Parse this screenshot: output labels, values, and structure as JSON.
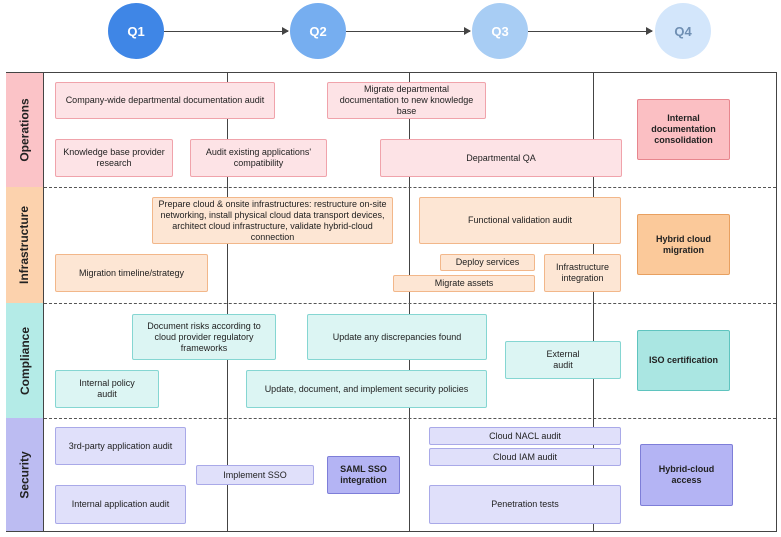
{
  "quarters": [
    "Q1",
    "Q2",
    "Q3",
    "Q4"
  ],
  "lanes": {
    "operations": "Operations",
    "infrastructure": "Infrastructure",
    "compliance": "Compliance",
    "security": "Security"
  },
  "operations": {
    "dept_doc_audit": "Company-wide departmental documentation audit",
    "migrate_docs": "Migrate departmental documentation to new knowledge base",
    "kb_research": "Knowledge base provider research",
    "audit_apps": "Audit existing applications' compatibility",
    "dept_qa": "Departmental QA",
    "milestone": "Internal documentation consolidation"
  },
  "infrastructure": {
    "prepare_cloud": "Prepare cloud & onsite infrastructures: restructure on-site networking, install physical cloud data transport devices, architect cloud infrastructure, validate hybrid-cloud connection",
    "functional_validation": "Functional validation audit",
    "migration_timeline": "Migration timeline/strategy",
    "deploy_services": "Deploy services",
    "infra_integration": "Infrastructure integration",
    "migrate_assets": "Migrate assets",
    "milestone": "Hybrid cloud migration"
  },
  "compliance": {
    "document_risks": "Document risks according to cloud provider regulatory frameworks",
    "update_discrepancies": "Update any discrepancies found",
    "internal_policy_audit": "Internal policy audit",
    "update_security_policies": "Update, document, and implement security policies",
    "external_audit": "External audit",
    "milestone": "ISO certification"
  },
  "security": {
    "third_party_audit": "3rd-party application audit",
    "implement_sso": "Implement SSO",
    "saml_sso": "SAML SSO integration",
    "cloud_nacl": "Cloud NACL audit",
    "cloud_iam": "Cloud IAM audit",
    "internal_app_audit": "Internal application audit",
    "penetration_tests": "Penetration tests",
    "milestone": "Hybrid-cloud access"
  },
  "colors": {
    "q1": "#3f86e6",
    "q2": "#76aef0",
    "q3": "#a8cdf4",
    "q4": "#d3e6fb",
    "operations_lane": "#fbc3c7",
    "infrastructure_lane": "#fcd2ad",
    "compliance_lane": "#b4ebe7",
    "security_lane": "#bcbcf2"
  }
}
